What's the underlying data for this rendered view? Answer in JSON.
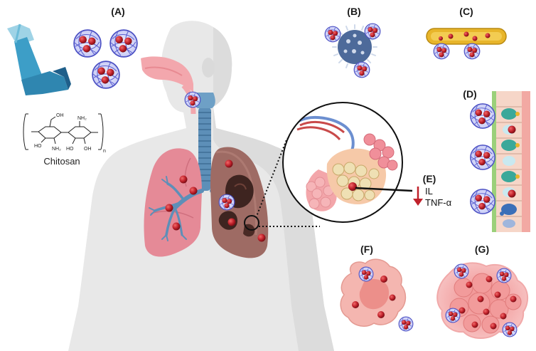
{
  "panels": {
    "a": "(A)",
    "b": "(B)",
    "c": "(C)",
    "d": "(D)",
    "e": "(E)",
    "f": "(F)",
    "g": "(G)"
  },
  "chitosan": {
    "name": "Chitosan",
    "oh_1": "OH",
    "oh_2": "OH",
    "oh_3": "HO",
    "oh_4": "HO",
    "nh2_1": "NH₂",
    "nh2_2": "NH₂",
    "n_subscript": "n"
  },
  "markers": {
    "il": "IL",
    "tnf": "TNF-α"
  },
  "colors": {
    "nanoparticle_ring": "#5a5fd0",
    "drug_core": "#c0212b",
    "lung": "#e58a97",
    "tumor_lung": "#9e6b64",
    "trachea": "#5d8fb8",
    "inhaler": "#3d9ec7",
    "down_arrow": "#c0212b"
  }
}
